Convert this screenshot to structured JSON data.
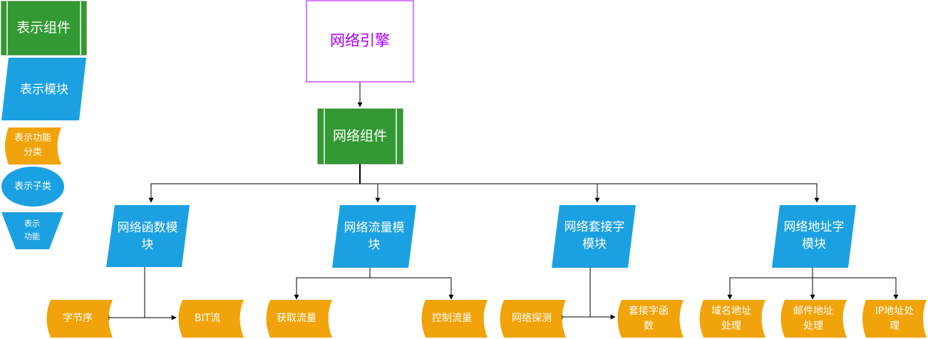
{
  "legend": {
    "component": "表示组件",
    "module": "表示模块",
    "category": [
      "表示功能",
      "分类"
    ],
    "subclass": "表示子类",
    "function": [
      "表示",
      "功能"
    ]
  },
  "root": "网络引擎",
  "component": "网络组件",
  "modules": [
    {
      "lines": [
        "网络函数模",
        "块"
      ],
      "children": [
        [
          "字节序"
        ],
        [
          "BIT流"
        ]
      ]
    },
    {
      "lines": [
        "网络流量模",
        "块"
      ],
      "children": [
        [
          "获取流量"
        ],
        [
          "控制流量"
        ]
      ]
    },
    {
      "lines": [
        "网络套接字",
        "模块"
      ],
      "children": [
        [
          "网络探测"
        ],
        [
          "套接字函",
          "数"
        ]
      ]
    },
    {
      "lines": [
        "网络地址字",
        "模块"
      ],
      "children": [
        [
          "域名地址",
          "处理"
        ],
        [
          "邮件地址",
          "处理"
        ],
        [
          "IP地址处",
          "理"
        ]
      ]
    }
  ],
  "colors": {
    "green": "#339933",
    "blue": "#1ba1e2",
    "orange": "#f0a30a",
    "purple": "#aa00ff",
    "line": "#000000"
  }
}
